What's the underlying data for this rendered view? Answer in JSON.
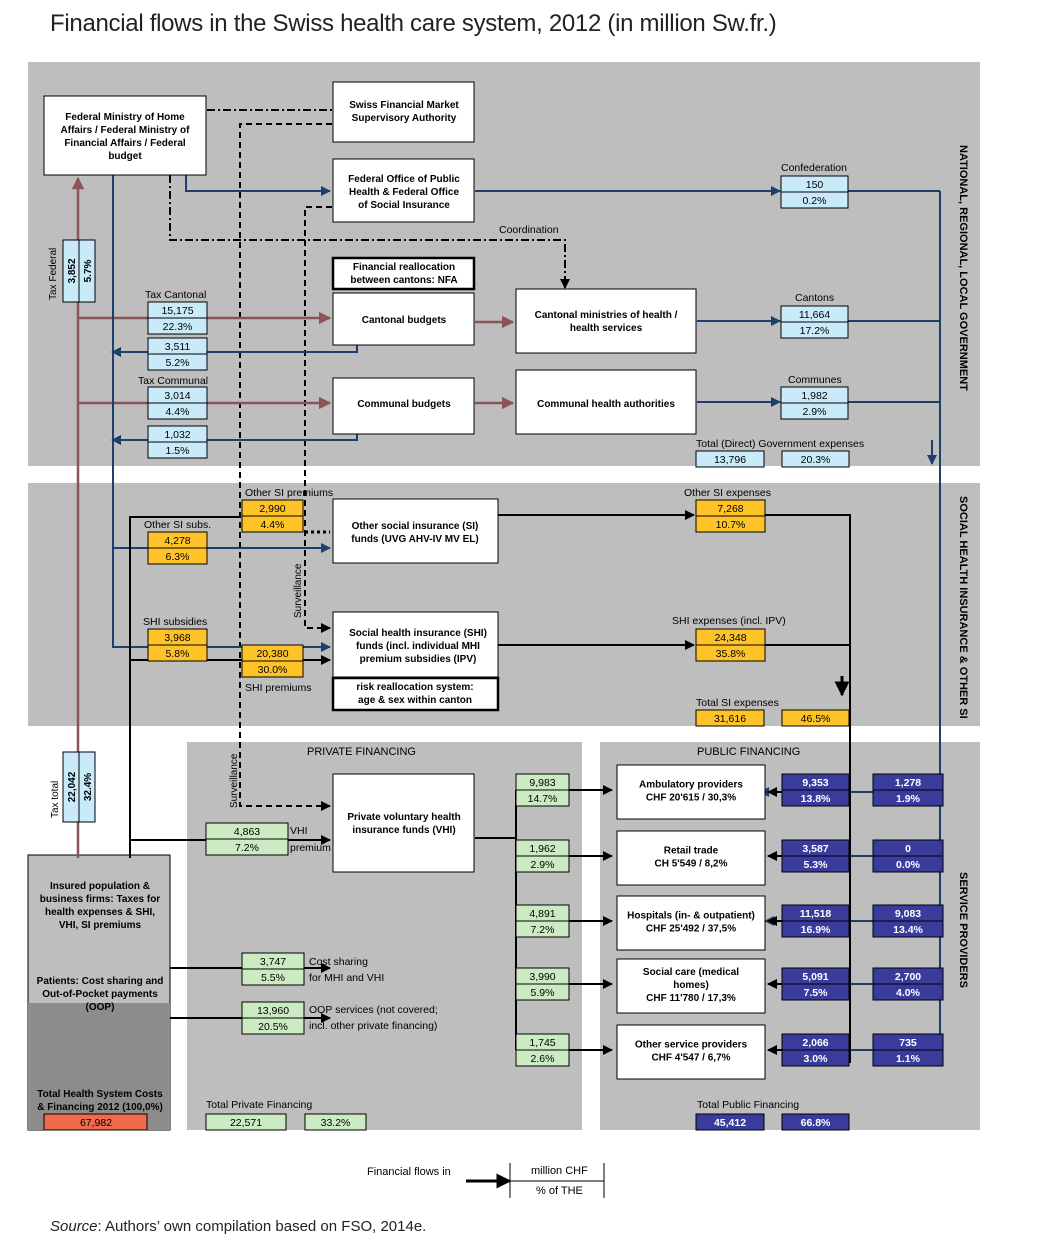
{
  "title": "Financial flows in the Swiss health care system, 2012 (in million Sw.fr.)",
  "source_label": "Source",
  "source_text": ": Authors’ own compilation based on FSO, 2014e.",
  "colors": {
    "band": "#bebebe",
    "light_blue": "#c9ebf9",
    "yellow": "#ffc32a",
    "green": "#cdebc3",
    "navy": "#3a3c9c",
    "red": "#f06a4c",
    "maroon": "#8a5458",
    "blue_line": "#1d3f6b"
  },
  "section_labels": {
    "government": "NATIONAL, REGIONAL, LOCAL GOVERNMENT",
    "social": "SOCIAL HEALTH INSURANCE & OTHER SI",
    "providers": "SERVICE PROVIDERS",
    "private": "PRIVATE FINANCING",
    "public": "PUBLIC FINANCING"
  },
  "boxes": {
    "ministry": [
      "Federal Ministry of Home",
      "Affairs / Federal Ministry of",
      "Financial Affairs / Federal",
      "budget"
    ],
    "finma": [
      "Swiss Financial Market",
      "Supervisory Authority"
    ],
    "foph": [
      "Federal Office of Public",
      "Health & Federal Office",
      "of Social Insurance"
    ],
    "nfa": [
      "Financial reallocation",
      "between cantons: NFA"
    ],
    "cantonal_budgets": [
      "Cantonal budgets"
    ],
    "cantonal_ministries": [
      "Cantonal ministries of health /",
      "health services"
    ],
    "communal_budgets": [
      "Communal budgets"
    ],
    "communal_authorities": [
      "Communal health authorities"
    ],
    "other_si": [
      "Other social insurance (SI)",
      "funds (UVG AHV-IV MV EL)"
    ],
    "shi": [
      "Social health insurance (SHI)",
      "funds (incl. individual MHI",
      "premium subsidies (IPV)"
    ],
    "risk": [
      "risk reallocation system:",
      "age & sex within canton"
    ],
    "vhi": [
      "Private voluntary health",
      "insurance funds (VHI)"
    ],
    "insured": [
      "Insured population &",
      "business firms: Taxes for",
      "health expenses & SHI,",
      "VHI, SI premiums"
    ],
    "patients": [
      "Patients: Cost sharing and",
      "Out-of-Pocket payments",
      "(OOP)"
    ],
    "total_costs": [
      "Total Health System Costs",
      "& Financing 2012 (100,0%)"
    ]
  },
  "providers": [
    {
      "lines": [
        "Ambulatory providers",
        "CHF 20'615 / 30,3%"
      ],
      "private": "9,983",
      "private_pct": "14.7%",
      "si": "9,353",
      "si_pct": "13.8%",
      "gov": "1,278",
      "gov_pct": "1.9%"
    },
    {
      "lines": [
        "Retail trade",
        "CH 5'549 / 8,2%"
      ],
      "private": "1,962",
      "private_pct": "2.9%",
      "si": "3,587",
      "si_pct": "5.3%",
      "gov": "0",
      "gov_pct": "0.0%"
    },
    {
      "lines": [
        "Hospitals (in- & outpatient)",
        "CHF 25'492 / 37,5%"
      ],
      "private": "4,891",
      "private_pct": "7.2%",
      "si": "11,518",
      "si_pct": "16.9%",
      "gov": "9,083",
      "gov_pct": "13.4%"
    },
    {
      "lines": [
        "Social care (medical",
        "homes)",
        "CHF 11'780 / 17,3%"
      ],
      "private": "3,990",
      "private_pct": "5.9%",
      "si": "5,091",
      "si_pct": "7.5%",
      "gov": "2,700",
      "gov_pct": "4.0%"
    },
    {
      "lines": [
        "Other service providers",
        "CHF 4'547 / 6,7%"
      ],
      "private": "1,745",
      "private_pct": "2.6%",
      "si": "2,066",
      "si_pct": "3.0%",
      "gov": "735",
      "gov_pct": "1.1%"
    }
  ],
  "values": {
    "tax_federal": {
      "label": "Tax Federal",
      "value": "3,852",
      "pct": "5.7%"
    },
    "tax_cantonal": {
      "label": "Tax Cantonal",
      "value": "15,175",
      "pct": "22.3%"
    },
    "canton_return": {
      "value": "3,511",
      "pct": "5.2%"
    },
    "tax_communal": {
      "label": "Tax Communal",
      "value": "3,014",
      "pct": "4.4%"
    },
    "commune_return": {
      "value": "1,032",
      "pct": "1.5%"
    },
    "confederation": {
      "label": "Confederation",
      "value": "150",
      "pct": "0.2%"
    },
    "cantons": {
      "label": "Cantons",
      "value": "11,664",
      "pct": "17.2%"
    },
    "communes": {
      "label": "Communes",
      "value": "1,982",
      "pct": "2.9%"
    },
    "total_gov": {
      "label": "Total (Direct) Government expenses",
      "value": "13,796",
      "pct": "20.3%"
    },
    "other_si_premiums": {
      "label": "Other SI premiums",
      "value": "2,990",
      "pct": "4.4%"
    },
    "other_si_subs": {
      "label": "Other SI subs.",
      "value": "4,278",
      "pct": "6.3%"
    },
    "other_si_expenses": {
      "label": "Other SI expenses",
      "value": "7,268",
      "pct": "10.7%"
    },
    "shi_subsidies": {
      "label": "SHI subsidies",
      "value": "3,968",
      "pct": "5.8%"
    },
    "shi_premiums": {
      "label": "SHI premiums",
      "value": "20,380",
      "pct": "30.0%"
    },
    "shi_expenses": {
      "label": "SHI expenses (incl. IPV)",
      "value": "24,348",
      "pct": "35.8%"
    },
    "total_si": {
      "label": "Total SI expenses",
      "value": "31,616",
      "pct": "46.5%"
    },
    "tax_total": {
      "label": "Tax total",
      "value": "22,042",
      "pct": "32.4%"
    },
    "vhi_premium": {
      "label1": "VHI",
      "label2": "premium",
      "value": "4,863",
      "pct": "7.2%"
    },
    "cost_sharing": {
      "label1": "Cost sharing",
      "label2": "for MHI and VHI",
      "value": "3,747",
      "pct": "5.5%"
    },
    "oop": {
      "label1": "OOP services (not covered;",
      "label2": "incl. other private financing)",
      "value": "13,960",
      "pct": "20.5%"
    },
    "total_costs": {
      "value": "67,982"
    },
    "total_private": {
      "label": "Total Private Financing",
      "value": "22,571",
      "pct": "33.2%"
    },
    "total_public": {
      "label": "Total Public Financing",
      "value": "45,412",
      "pct": "66.8%"
    }
  },
  "flow_labels": {
    "coordination": "Coordination",
    "surveillance": "Surveillance"
  },
  "legend": {
    "flows": "Financial flows in",
    "unit": "million CHF",
    "share": "% of THE"
  }
}
